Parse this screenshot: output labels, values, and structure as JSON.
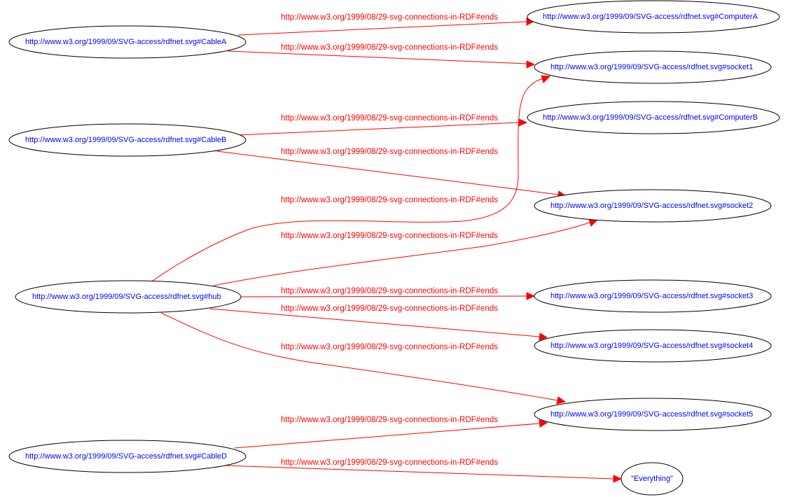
{
  "colors": {
    "background": "#ffffff",
    "node_outline": "#000000",
    "node_text": "#0000ff",
    "edge": "#ff0000",
    "edge_text": "#ff0000"
  },
  "nodes": [
    {
      "id": "cableA",
      "label": "http://www.w3.org/1999/09/SVG-access/rdfnet.svg#CableA"
    },
    {
      "id": "cableB",
      "label": "http://www.w3.org/1999/09/SVG-access/rdfnet.svg#CableB"
    },
    {
      "id": "hub",
      "label": "http://www.w3.org/1999/09/SVG-access/rdfnet.svg#hub"
    },
    {
      "id": "cableD",
      "label": "http://www.w3.org/1999/09/SVG-access/rdfnet.svg#CableD"
    },
    {
      "id": "computerA",
      "label": "http://www.w3.org/1999/09/SVG-access/rdfnet.svg#ComputerA"
    },
    {
      "id": "socket1",
      "label": "http://www.w3.org/1999/09/SVG-access/rdfnet.svg#socket1"
    },
    {
      "id": "computerB",
      "label": "http://www.w3.org/1999/09/SVG-access/rdfnet.svg#ComputerB"
    },
    {
      "id": "socket2",
      "label": "http://www.w3.org/1999/09/SVG-access/rdfnet.svg#socket2"
    },
    {
      "id": "socket3",
      "label": "http://www.w3.org/1999/09/SVG-access/rdfnet.svg#socket3"
    },
    {
      "id": "socket4",
      "label": "http://www.w3.org/1999/09/SVG-access/rdfnet.svg#socket4"
    },
    {
      "id": "socket5",
      "label": "http://www.w3.org/1999/09/SVG-access/rdfnet.svg#socket5"
    },
    {
      "id": "everything",
      "label": "\"Everything\""
    }
  ],
  "edges": [
    {
      "from": "cableA",
      "to": "computerA",
      "label": "http://www.w3.org/1999/08/29-svg-connections-in-RDF#ends"
    },
    {
      "from": "cableA",
      "to": "socket1",
      "label": "http://www.w3.org/1999/08/29-svg-connections-in-RDF#ends"
    },
    {
      "from": "cableB",
      "to": "computerB",
      "label": "http://www.w3.org/1999/08/29-svg-connections-in-RDF#ends"
    },
    {
      "from": "cableB",
      "to": "socket2",
      "label": "http://www.w3.org/1999/08/29-svg-connections-in-RDF#ends"
    },
    {
      "from": "hub",
      "to": "socket1",
      "label": "http://www.w3.org/1999/08/29-svg-connections-in-RDF#ends"
    },
    {
      "from": "hub",
      "to": "socket2",
      "label": "http://www.w3.org/1999/08/29-svg-connections-in-RDF#ends"
    },
    {
      "from": "hub",
      "to": "socket3",
      "label": "http://www.w3.org/1999/08/29-svg-connections-in-RDF#ends"
    },
    {
      "from": "hub",
      "to": "socket4",
      "label": "http://www.w3.org/1999/08/29-svg-connections-in-RDF#ends"
    },
    {
      "from": "hub",
      "to": "socket5",
      "label": "http://www.w3.org/1999/08/29-svg-connections-in-RDF#ends"
    },
    {
      "from": "cableD",
      "to": "socket5",
      "label": "http://www.w3.org/1999/08/29-svg-connections-in-RDF#ends"
    },
    {
      "from": "cableD",
      "to": "everything",
      "label": "http://www.w3.org/1999/08/29-svg-connections-in-RDF#ends"
    }
  ]
}
